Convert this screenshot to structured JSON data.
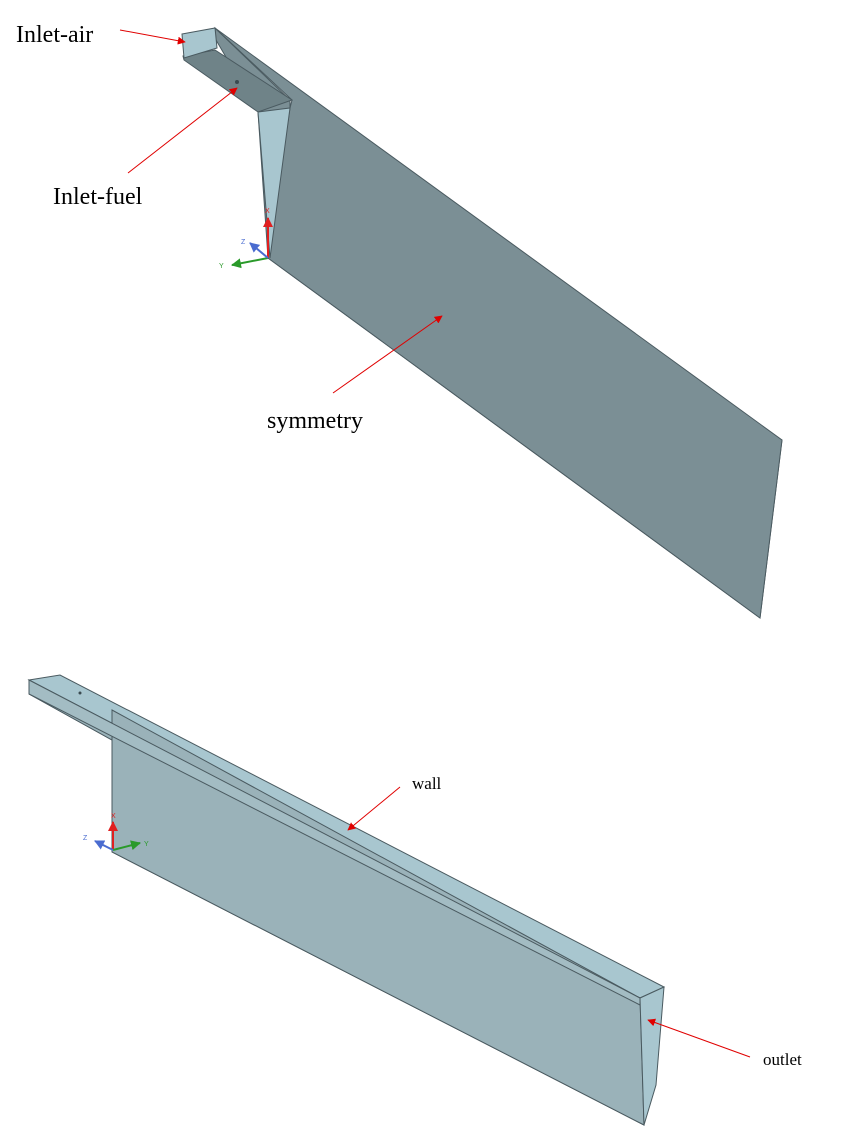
{
  "top_view": {
    "labels": {
      "inlet_air": "Inlet-air",
      "inlet_fuel": "Inlet-fuel",
      "symmetry": "symmetry"
    },
    "triad": {
      "x": "X",
      "y": "Y",
      "z": "Z"
    }
  },
  "bottom_view": {
    "labels": {
      "wall": "wall",
      "outlet": "outlet"
    },
    "triad": {
      "x": "X",
      "y": "Y",
      "z": "Z"
    }
  },
  "colors": {
    "symmetry_face": "#7b8f95",
    "light_face": "#a8c6cf",
    "bottom_face": "#9ab2b9",
    "edge": "#4a5a60",
    "arrow": "#e00000",
    "axis_x": "#e02020",
    "axis_y": "#2a9a2a",
    "axis_z": "#4a6cd0"
  }
}
